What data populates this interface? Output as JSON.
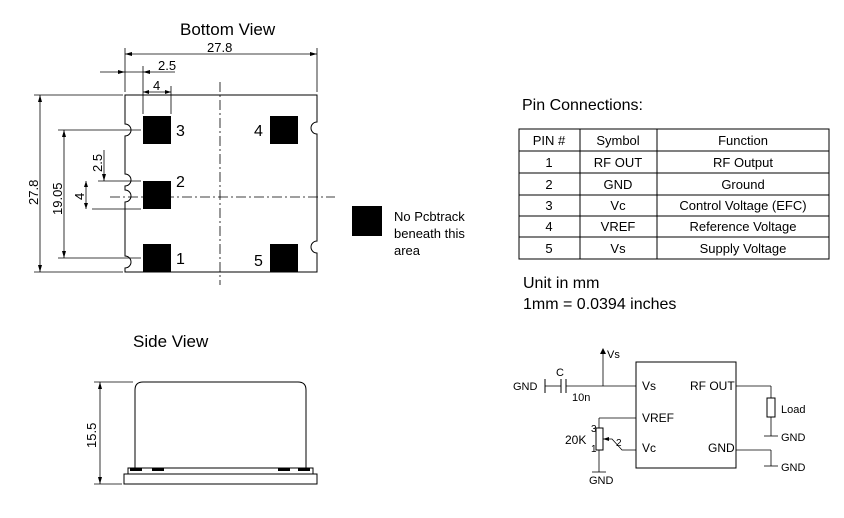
{
  "bottom_view": {
    "title": "Bottom View",
    "dim_width": "27.8",
    "dim_height": "27.8",
    "dim_pin_pitch": "2.5",
    "dim_pad": "4",
    "dim_pin_span": "19.05",
    "dim_pad_v": "2.5",
    "dim_pad_v_small": "4",
    "pins": [
      "1",
      "2",
      "3",
      "4",
      "5"
    ]
  },
  "legend": {
    "line1": "No Pcbtrack",
    "line2": "beneath this",
    "line3": "area"
  },
  "side_view": {
    "title": "Side View",
    "dim_height": "15.5"
  },
  "pin_table": {
    "title": "Pin Connections:",
    "headers": [
      "PIN #",
      "Symbol",
      "Function"
    ],
    "rows": [
      [
        "1",
        "RF OUT",
        "RF Output"
      ],
      [
        "2",
        "GND",
        "Ground"
      ],
      [
        "3",
        "Vc",
        "Control Voltage (EFC)"
      ],
      [
        "4",
        "VREF",
        "Reference Voltage"
      ],
      [
        "5",
        "Vs",
        "Supply Voltage"
      ]
    ]
  },
  "units": {
    "line1": "Unit in mm",
    "line2": "1mm = 0.0394 inches"
  },
  "schematic": {
    "vs": "Vs",
    "gnd_left": "GND",
    "cap": "C",
    "cap_value": "10n",
    "pin_vs": "Vs",
    "pin_rf_out": "RF OUT",
    "pin_vref": "VREF",
    "pin_vc": "Vc",
    "pin_gnd": "GND",
    "pot": "20K",
    "pot_pin1": "1",
    "pot_pin2": "2",
    "pot_pin3": "3",
    "pot_gnd": "GND",
    "load": "Load",
    "load_gnd": "GND",
    "gnd_right": "GND"
  }
}
